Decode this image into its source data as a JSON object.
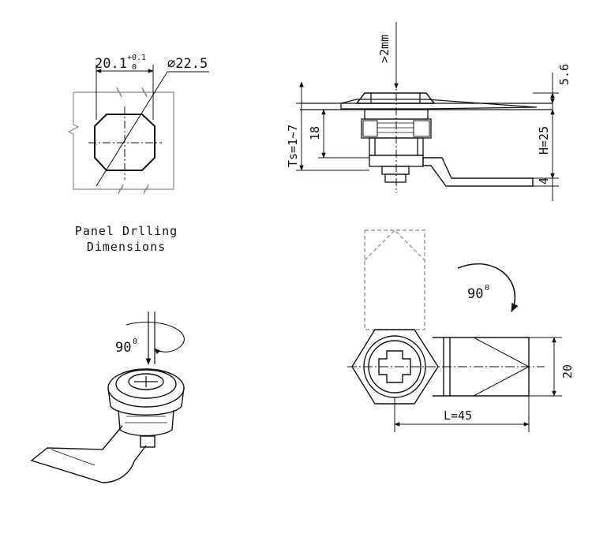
{
  "panel_drilling": {
    "dim_width": "20.1",
    "tol_upper": "+0.1",
    "tol_lower": "0",
    "dim_diameter": "⌀22.5",
    "caption_line1": "Panel Drlling",
    "caption_line2": "Dimensions"
  },
  "side_view": {
    "clearance": ">2mm",
    "thickness_range": "Ts=1~7",
    "dim_18": "18",
    "dim_5_6": "5.6",
    "dim_H": "H=25",
    "dim_4": "4"
  },
  "front_view": {
    "rotation": "90",
    "rotation_unit": "0",
    "dim_20": "20",
    "dim_L": "L=45"
  },
  "iso_view": {
    "rotation": "90",
    "rotation_unit": "0"
  },
  "colors": {
    "line": "#111111",
    "phantom": "#999999",
    "frame": "#888888"
  }
}
